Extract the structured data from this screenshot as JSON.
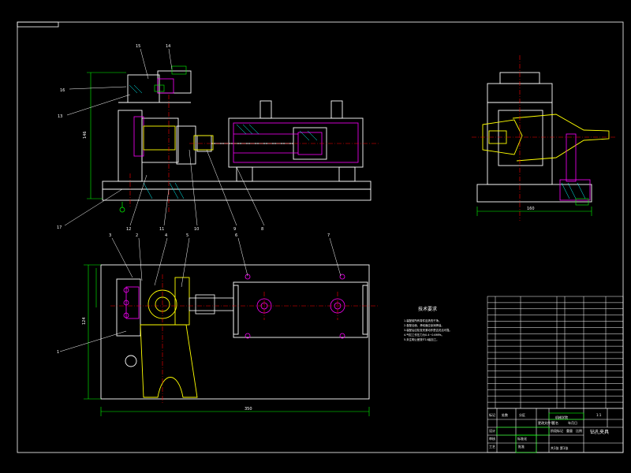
{
  "colors": {
    "background": "#000000",
    "frame": "#ffffff",
    "part_outline": "#ffffff",
    "highlight_part": "#ffff00",
    "cylinder_and_fixture": "#ff00ff",
    "center_line": "#ff0000",
    "dimension": "#00ff00",
    "hatch": "#00ffff"
  },
  "icons": {
    "ground_symbol": "ground-symbol-icon"
  },
  "tech_notes": {
    "title": "技术要求",
    "items": [
      "1.装配前所有零件应清洗干净。",
      "2.各配合面、滑动面应涂润滑油。",
      "3.装配后应检查夹紧动作是否灵活可靠。",
      "4.气缸工作压力为0.4~0.6MPa。",
      "5.未注明公差按IT14级加工。"
    ]
  },
  "title_block": {
    "drawing_title": "钻孔夹具",
    "school": "机械学院",
    "scale": "1:1",
    "sheet": "共1张 第1张",
    "labels": [
      "标记",
      "处数",
      "分区",
      "更改文件号",
      "签名",
      "年月日",
      "设计",
      "审核",
      "工艺",
      "批准",
      "标准化",
      "阶段标记",
      "重量",
      "比例"
    ]
  },
  "dimensions": {
    "front_height": "146",
    "plan_width": "124",
    "plan_length": "350",
    "side_width": "160"
  },
  "callouts": {
    "front_view": [
      "15",
      "14",
      "16",
      "13",
      "12",
      "11",
      "10",
      "9",
      "8",
      "17"
    ],
    "plan_view": [
      "3",
      "2",
      "4",
      "5",
      "6",
      "7",
      "1"
    ]
  }
}
